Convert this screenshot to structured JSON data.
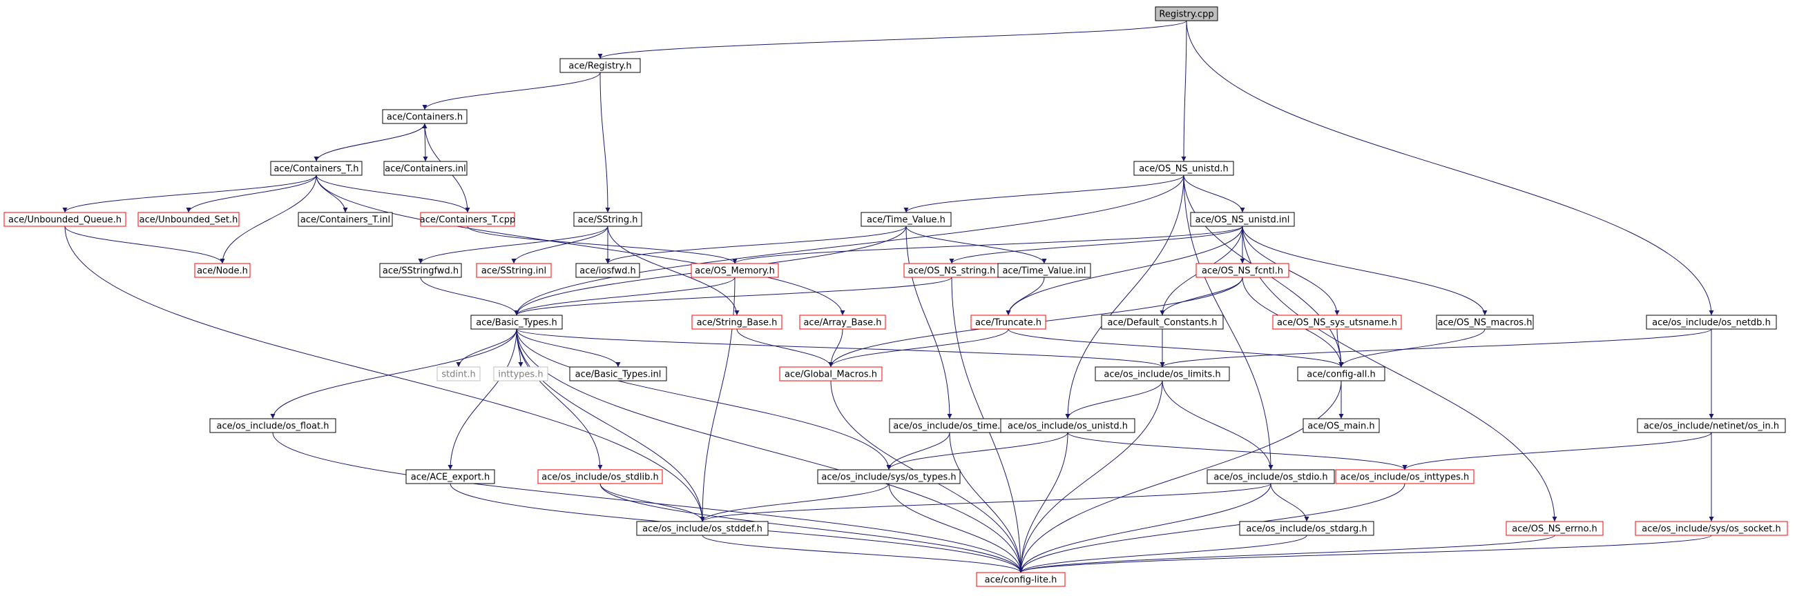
{
  "graph": {
    "colors": {
      "edge": "#191970",
      "box_black": "#000000",
      "box_red": "#ff0000",
      "box_gray": "#bfbfbf",
      "root_fill": "#bfbfbf"
    },
    "nodes": [
      {
        "id": "registry_cpp",
        "label": "Registry.cpp",
        "style": "root"
      },
      {
        "id": "registry_h",
        "label": "ace/Registry.h",
        "style": "black"
      },
      {
        "id": "containers_h",
        "label": "ace/Containers.h",
        "style": "black"
      },
      {
        "id": "containers_t_h",
        "label": "ace/Containers_T.h",
        "style": "black"
      },
      {
        "id": "containers_inl",
        "label": "ace/Containers.inl",
        "style": "black"
      },
      {
        "id": "unbounded_queue_h",
        "label": "ace/Unbounded_Queue.h",
        "style": "red"
      },
      {
        "id": "unbounded_set_h",
        "label": "ace/Unbounded_Set.h",
        "style": "red"
      },
      {
        "id": "containers_t_inl",
        "label": "ace/Containers_T.inl",
        "style": "black"
      },
      {
        "id": "containers_t_cpp",
        "label": "ace/Containers_T.cpp",
        "style": "red"
      },
      {
        "id": "sstring_h",
        "label": "ace/SString.h",
        "style": "black"
      },
      {
        "id": "node_h",
        "label": "ace/Node.h",
        "style": "red"
      },
      {
        "id": "sstringfwd_h",
        "label": "ace/SStringfwd.h",
        "style": "black"
      },
      {
        "id": "sstring_inl",
        "label": "ace/SString.inl",
        "style": "red"
      },
      {
        "id": "iosfwd_h",
        "label": "ace/iosfwd.h",
        "style": "black"
      },
      {
        "id": "os_memory_h",
        "label": "ace/OS_Memory.h",
        "style": "red"
      },
      {
        "id": "os_ns_unistd_h",
        "label": "ace/OS_NS_unistd.h",
        "style": "black"
      },
      {
        "id": "time_value_h",
        "label": "ace/Time_Value.h",
        "style": "black"
      },
      {
        "id": "os_ns_unistd_inl",
        "label": "ace/OS_NS_unistd.inl",
        "style": "black"
      },
      {
        "id": "os_ns_string_h",
        "label": "ace/OS_NS_string.h",
        "style": "red"
      },
      {
        "id": "time_value_inl",
        "label": "ace/Time_Value.inl",
        "style": "black"
      },
      {
        "id": "os_ns_fcntl_h",
        "label": "ace/OS_NS_fcntl.h",
        "style": "red"
      },
      {
        "id": "basic_types_h",
        "label": "ace/Basic_Types.h",
        "style": "black"
      },
      {
        "id": "string_base_h",
        "label": "ace/String_Base.h",
        "style": "red"
      },
      {
        "id": "array_base_h",
        "label": "ace/Array_Base.h",
        "style": "red"
      },
      {
        "id": "truncate_h",
        "label": "ace/Truncate.h",
        "style": "red"
      },
      {
        "id": "default_constants_h",
        "label": "ace/Default_Constants.h",
        "style": "black"
      },
      {
        "id": "os_ns_sys_utsname_h",
        "label": "ace/OS_NS_sys_utsname.h",
        "style": "red"
      },
      {
        "id": "os_ns_macros_h",
        "label": "ace/OS_NS_macros.h",
        "style": "black"
      },
      {
        "id": "os_netdb_h",
        "label": "ace/os_include/os_netdb.h",
        "style": "black"
      },
      {
        "id": "stdint_h",
        "label": "stdint.h",
        "style": "gray"
      },
      {
        "id": "inttypes_h",
        "label": "inttypes.h",
        "style": "gray"
      },
      {
        "id": "basic_types_inl",
        "label": "ace/Basic_Types.inl",
        "style": "black"
      },
      {
        "id": "global_macros_h",
        "label": "ace/Global_Macros.h",
        "style": "red"
      },
      {
        "id": "os_limits_h",
        "label": "ace/os_include/os_limits.h",
        "style": "black"
      },
      {
        "id": "config_all_h",
        "label": "ace/config-all.h",
        "style": "black"
      },
      {
        "id": "os_float_h",
        "label": "ace/os_include/os_float.h",
        "style": "black"
      },
      {
        "id": "os_time_h",
        "label": "ace/os_include/os_time.h",
        "style": "black"
      },
      {
        "id": "os_unistd_h",
        "label": "ace/os_include/os_unistd.h",
        "style": "black"
      },
      {
        "id": "os_main_h",
        "label": "ace/OS_main.h",
        "style": "black"
      },
      {
        "id": "os_in_h",
        "label": "ace/os_include/netinet/os_in.h",
        "style": "black"
      },
      {
        "id": "ace_export_h",
        "label": "ace/ACE_export.h",
        "style": "black"
      },
      {
        "id": "os_stdlib_h",
        "label": "ace/os_include/os_stdlib.h",
        "style": "red"
      },
      {
        "id": "os_types_h",
        "label": "ace/os_include/sys/os_types.h",
        "style": "black"
      },
      {
        "id": "os_stdio_h",
        "label": "ace/os_include/os_stdio.h",
        "style": "black"
      },
      {
        "id": "os_inttypes_h",
        "label": "ace/os_include/os_inttypes.h",
        "style": "red"
      },
      {
        "id": "os_stddef_h",
        "label": "ace/os_include/os_stddef.h",
        "style": "black"
      },
      {
        "id": "os_stdarg_h",
        "label": "ace/os_include/os_stdarg.h",
        "style": "black"
      },
      {
        "id": "os_ns_errno_h",
        "label": "ace/OS_NS_errno.h",
        "style": "red"
      },
      {
        "id": "os_socket_h",
        "label": "ace/os_include/sys/os_socket.h",
        "style": "red"
      },
      {
        "id": "config_lite_h",
        "label": "ace/config-lite.h",
        "style": "red"
      }
    ],
    "edges": [
      [
        "registry_cpp",
        "registry_h"
      ],
      [
        "registry_cpp",
        "os_ns_unistd_h"
      ],
      [
        "registry_cpp",
        "os_netdb_h"
      ],
      [
        "registry_h",
        "containers_h"
      ],
      [
        "registry_h",
        "sstring_h"
      ],
      [
        "containers_h",
        "containers_t_h"
      ],
      [
        "containers_h",
        "containers_inl"
      ],
      [
        "containers_t_h",
        "containers_h"
      ],
      [
        "containers_t_h",
        "unbounded_queue_h"
      ],
      [
        "containers_t_h",
        "unbounded_set_h"
      ],
      [
        "containers_t_h",
        "containers_t_inl"
      ],
      [
        "containers_t_h",
        "containers_t_cpp"
      ],
      [
        "containers_t_h",
        "node_h"
      ],
      [
        "containers_t_h",
        "array_base_h"
      ],
      [
        "containers_t_cpp",
        "containers_h"
      ],
      [
        "containers_t_cpp",
        "os_memory_h"
      ],
      [
        "unbounded_queue_h",
        "node_h"
      ],
      [
        "unbounded_queue_h",
        "os_stddef_h"
      ],
      [
        "sstring_h",
        "sstringfwd_h"
      ],
      [
        "sstring_h",
        "sstring_inl"
      ],
      [
        "sstring_h",
        "iosfwd_h"
      ],
      [
        "sstring_h",
        "string_base_h"
      ],
      [
        "sstringfwd_h",
        "basic_types_h"
      ],
      [
        "os_memory_h",
        "basic_types_h"
      ],
      [
        "os_memory_h",
        "os_stddef_h"
      ],
      [
        "os_ns_unistd_h",
        "basic_types_h"
      ],
      [
        "os_ns_unistd_h",
        "time_value_h"
      ],
      [
        "os_ns_unistd_h",
        "os_ns_unistd_inl"
      ],
      [
        "os_ns_unistd_h",
        "os_unistd_h"
      ],
      [
        "os_ns_unistd_h",
        "os_stdio_h"
      ],
      [
        "os_ns_unistd_h",
        "config_all_h"
      ],
      [
        "time_value_h",
        "iosfwd_h"
      ],
      [
        "time_value_h",
        "basic_types_h"
      ],
      [
        "time_value_h",
        "time_value_inl"
      ],
      [
        "time_value_h",
        "os_time_h"
      ],
      [
        "time_value_inl",
        "truncate_h"
      ],
      [
        "os_ns_unistd_inl",
        "os_memory_h"
      ],
      [
        "os_ns_unistd_inl",
        "os_ns_string_h"
      ],
      [
        "os_ns_unistd_inl",
        "os_ns_fcntl_h"
      ],
      [
        "os_ns_unistd_inl",
        "default_constants_h"
      ],
      [
        "os_ns_unistd_inl",
        "os_ns_sys_utsname_h"
      ],
      [
        "os_ns_unistd_inl",
        "os_ns_macros_h"
      ],
      [
        "os_ns_unistd_inl",
        "truncate_h"
      ],
      [
        "os_ns_unistd_inl",
        "os_ns_errno_h"
      ],
      [
        "os_ns_string_h",
        "basic_types_h"
      ],
      [
        "os_ns_string_h",
        "config_lite_h"
      ],
      [
        "os_ns_fcntl_h",
        "default_constants_h"
      ],
      [
        "os_ns_fcntl_h",
        "config_all_h"
      ],
      [
        "os_ns_fcntl_h",
        "global_macros_h"
      ],
      [
        "truncate_h",
        "global_macros_h"
      ],
      [
        "truncate_h",
        "config_all_h"
      ],
      [
        "default_constants_h",
        "os_limits_h"
      ],
      [
        "os_ns_sys_utsname_h",
        "config_all_h"
      ],
      [
        "os_ns_macros_h",
        "config_all_h"
      ],
      [
        "os_netdb_h",
        "os_limits_h"
      ],
      [
        "os_netdb_h",
        "os_in_h"
      ],
      [
        "string_base_h",
        "global_macros_h"
      ],
      [
        "array_base_h",
        "global_macros_h"
      ],
      [
        "basic_types_h",
        "stdint_h"
      ],
      [
        "basic_types_h",
        "inttypes_h"
      ],
      [
        "basic_types_h",
        "basic_types_inl"
      ],
      [
        "basic_types_h",
        "os_limits_h"
      ],
      [
        "basic_types_h",
        "os_float_h"
      ],
      [
        "basic_types_h",
        "ace_export_h"
      ],
      [
        "basic_types_h",
        "os_stdlib_h"
      ],
      [
        "basic_types_h",
        "os_types_h"
      ],
      [
        "basic_types_h",
        "os_stddef_h"
      ],
      [
        "basic_types_h",
        "config_lite_h"
      ],
      [
        "global_macros_h",
        "config_lite_h"
      ],
      [
        "os_limits_h",
        "os_unistd_h"
      ],
      [
        "os_limits_h",
        "os_stdio_h"
      ],
      [
        "os_limits_h",
        "config_lite_h"
      ],
      [
        "config_all_h",
        "os_main_h"
      ],
      [
        "config_all_h",
        "config_lite_h"
      ],
      [
        "os_float_h",
        "config_lite_h"
      ],
      [
        "os_time_h",
        "os_types_h"
      ],
      [
        "os_time_h",
        "config_lite_h"
      ],
      [
        "os_unistd_h",
        "os_types_h"
      ],
      [
        "os_unistd_h",
        "os_inttypes_h"
      ],
      [
        "os_unistd_h",
        "config_lite_h"
      ],
      [
        "os_in_h",
        "os_inttypes_h"
      ],
      [
        "os_in_h",
        "os_socket_h"
      ],
      [
        "ace_export_h",
        "config_lite_h"
      ],
      [
        "os_stdlib_h",
        "os_stddef_h"
      ],
      [
        "os_stdlib_h",
        "config_lite_h"
      ],
      [
        "os_types_h",
        "os_stddef_h"
      ],
      [
        "os_types_h",
        "config_lite_h"
      ],
      [
        "os_stdio_h",
        "os_stddef_h"
      ],
      [
        "os_stdio_h",
        "os_stdarg_h"
      ],
      [
        "os_stdio_h",
        "config_lite_h"
      ],
      [
        "os_inttypes_h",
        "config_lite_h"
      ],
      [
        "os_stddef_h",
        "config_lite_h"
      ],
      [
        "os_stdarg_h",
        "config_lite_h"
      ],
      [
        "os_ns_errno_h",
        "config_lite_h"
      ],
      [
        "os_socket_h",
        "config_lite_h"
      ]
    ]
  }
}
